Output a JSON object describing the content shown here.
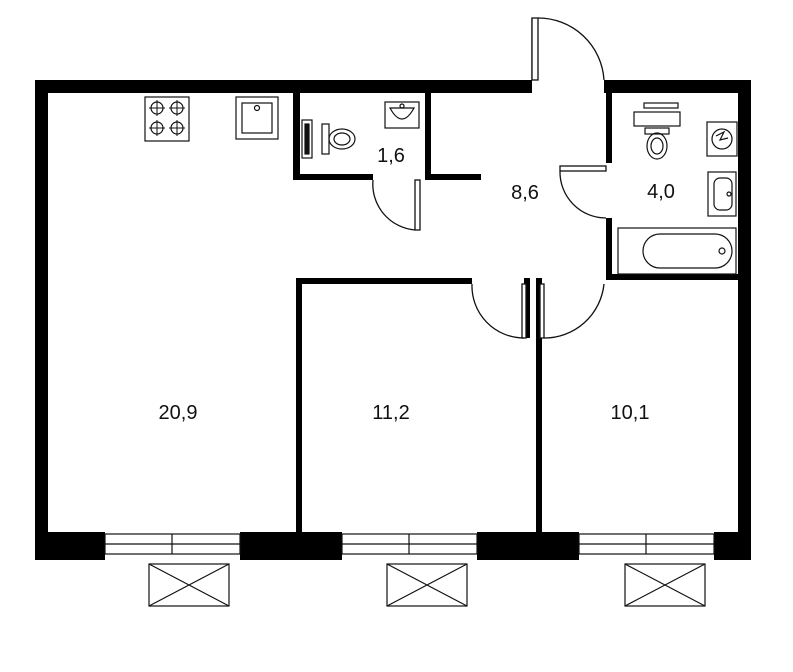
{
  "floor_plan": {
    "rooms": [
      {
        "id": "living",
        "area": "20,9"
      },
      {
        "id": "bedroom-1",
        "area": "11,2"
      },
      {
        "id": "bedroom-2",
        "area": "10,1"
      },
      {
        "id": "hallway",
        "area": "8,6"
      },
      {
        "id": "toilet",
        "area": "1,6"
      },
      {
        "id": "bathroom",
        "area": "4,0"
      }
    ],
    "colors": {
      "wall": "#000000",
      "line": "#111111",
      "background": "#ffffff"
    }
  }
}
